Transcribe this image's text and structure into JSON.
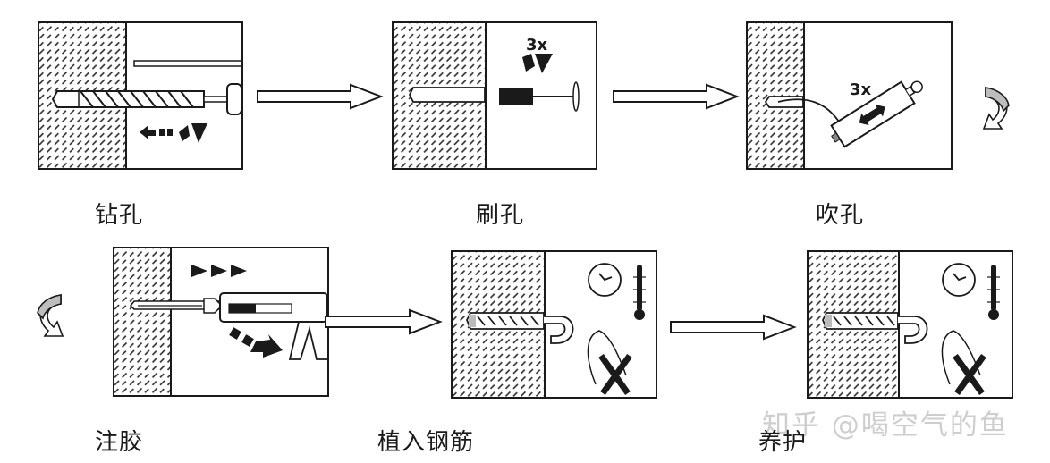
{
  "title": "植筋施工流程",
  "steps": [
    {
      "id": 1,
      "label": "钻孔",
      "caption_icon": "drill-icon",
      "annotation": ""
    },
    {
      "id": 2,
      "label": "刷孔",
      "caption_icon": "brush-icon",
      "annotation": "3x"
    },
    {
      "id": 3,
      "label": "吹孔",
      "caption_icon": "blower-icon",
      "annotation": "3x"
    },
    {
      "id": 4,
      "label": "注胶",
      "caption_icon": "glue-gun-icon",
      "annotation": ""
    },
    {
      "id": 5,
      "label": "植入钢筋",
      "caption_icon": "rebar-icon",
      "annotation": ""
    },
    {
      "id": 6,
      "label": "养护",
      "caption_icon": "rebar-curing-icon",
      "annotation": ""
    }
  ],
  "watermark": "知乎 @喝空气的鱼",
  "colors": {
    "line": "#1a1a1a",
    "hatch": "#2a2a2a",
    "curl_fill": "#bdbdbd",
    "background": "#ffffff"
  }
}
